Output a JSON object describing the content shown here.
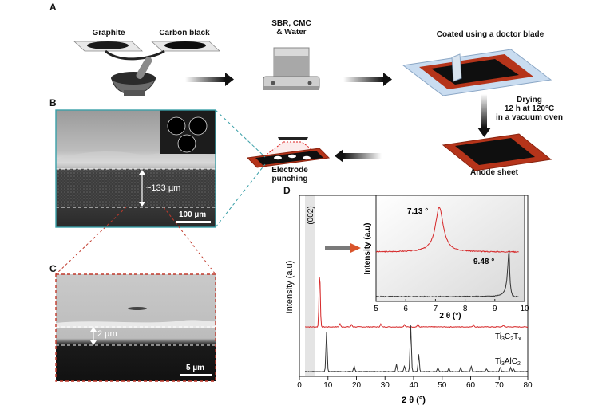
{
  "panels": {
    "a": "A",
    "b": "B",
    "c": "C",
    "d": "D"
  },
  "schematic": {
    "graphite": "Graphite",
    "carbon_black": "Carbon black",
    "mixing": "SBR, CMC\n& Water",
    "coating": "Coated using a doctor blade",
    "drying": "Drying\n12 h at 120°C\nin a vacuum oven",
    "anode_sheet": "Anode sheet",
    "punching": "Electrode\npunching"
  },
  "sem_b": {
    "thickness": "~133 µm",
    "scale": "100 µm"
  },
  "sem_c": {
    "thickness": "2 µm",
    "scale": "5 µm"
  },
  "colors": {
    "ti3c2tx": "#d62728",
    "ti3alc2": "#333333",
    "dashed_teal": "#3aa0a8",
    "dashed_red": "#c0392b",
    "sheet_red": "#b5341a"
  },
  "chart_data": [
    {
      "type": "line",
      "xlabel": "2 θ (°)",
      "ylabel": "Intensity (a.u)",
      "xlim": [
        0,
        80
      ],
      "xticks": [
        "0",
        "10",
        "20",
        "30",
        "40",
        "50",
        "60",
        "70",
        "80"
      ],
      "peak_annotation": "(002)",
      "series": [
        {
          "name": "Ti3C2Tx",
          "peaks": [
            [
              7.1,
              1.0
            ],
            [
              14.2,
              0.06
            ],
            [
              18.3,
              0.04
            ],
            [
              28.5,
              0.05
            ],
            [
              36.8,
              0.04
            ],
            [
              41.5,
              0.05
            ],
            [
              61.0,
              0.04
            ],
            [
              71.5,
              0.03
            ]
          ]
        },
        {
          "name": "Ti3AlC2",
          "peaks": [
            [
              9.5,
              0.85
            ],
            [
              19.2,
              0.12
            ],
            [
              34.0,
              0.16
            ],
            [
              36.8,
              0.12
            ],
            [
              39.0,
              1.0
            ],
            [
              41.8,
              0.38
            ],
            [
              48.5,
              0.08
            ],
            [
              52.4,
              0.07
            ],
            [
              56.5,
              0.08
            ],
            [
              60.2,
              0.12
            ],
            [
              65.5,
              0.06
            ],
            [
              70.4,
              0.1
            ],
            [
              74.0,
              0.09
            ],
            [
              75.0,
              0.06
            ]
          ]
        }
      ],
      "legend": [
        {
          "base": "Ti",
          "s1": "3",
          "mid": "C",
          "s2": "2",
          "tail": "T",
          "s3": "x"
        },
        {
          "base": "Ti",
          "s1": "3",
          "mid": "AlC",
          "s2": "2",
          "tail": "",
          "s3": ""
        }
      ]
    },
    {
      "type": "line",
      "xlabel": "2 θ (°)",
      "ylabel": "Intensity (a.u)",
      "xlim": [
        5,
        10
      ],
      "xticks": [
        "5",
        "6",
        "7",
        "8",
        "9",
        "10"
      ],
      "series": [
        {
          "name": "Ti3C2Tx",
          "peak": 7.13
        },
        {
          "name": "Ti3AlC2",
          "peak": 9.48
        }
      ],
      "annotations": [
        "7.13 °",
        "9.48 °"
      ]
    }
  ]
}
